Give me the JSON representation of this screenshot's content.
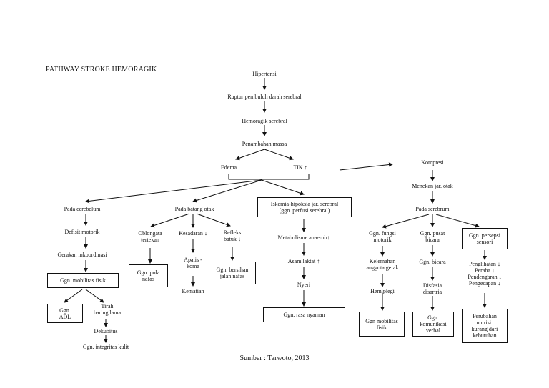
{
  "title": "PATHWAY STROKE HEMORAGIK",
  "source": "Sumber : Tarwoto, 2013",
  "nodes": {
    "hipertensi": "Hipertensi",
    "ruptur": "Ruptur pembuluh darah serebral",
    "hemoragik": "Hemoragik serebral",
    "penambahan": "Penambahan massa",
    "edema": "Edema",
    "tik": "TIK ↑",
    "kompresi": "Kompresi",
    "menekan": "Menekan jar. otak",
    "pada_serebrum": "Pada serebrum",
    "pada_cerebelum": "Pada cerebelum",
    "defisit": "Defisit motorik",
    "gerakan": "Gerakan inkoordinasi",
    "ggn_mobilitas_1": "Ggn. mobilitas fisik",
    "ggn_adl": "Ggn.\nADL",
    "tirah": "Tirah\nbaring lama",
    "dekubitus": "Dekubitus",
    "ggn_integritas": "Ggn. integritas kulit",
    "pada_batang": "Pada batang otak",
    "oblongata": "Oblongata\ntertekan",
    "ggn_pola": "Ggn. pola\nnafas",
    "kesadaran": "Kesadaran ↓",
    "apatis": "Apatis -\nkoma",
    "kematian": "Kematian",
    "refleks": "Refleks\nbatuk ↓",
    "ggn_bersihan": "Ggn. bersihan\njalan nafas",
    "iskemia": "Iskemia-hipoksia jar. serebral\n(ggn. perfusi serebral)",
    "metabolisme": "Metabolisme anaerob↑",
    "asam": "Asam laktat ↑",
    "nyeri": "Nyeri",
    "ggn_rasa": "Ggn. rasa nyaman",
    "ggn_fungsi": "Ggn. fungsi\nmotorik",
    "kelemahan": "Kelemahan\nanggota gerak",
    "hemiplegi": "Hemiplegi",
    "ggn_mobilitas_2": "Ggn mobilitas\nfisik",
    "ggn_pusat": "Ggn. pusat\nbicara",
    "ggn_bicara": "Ggn. bicara",
    "disfasia": "Disfasia\ndisartria",
    "ggn_komunikasi": "Ggn.\nkomunikasi\nverbal",
    "ggn_persepsi": "Ggn. persepsi\nsensori",
    "penglihatan": "Penglihatan ↓\nPeraba ↓\nPendengaran ↓\nPengecapan ↓",
    "perubahan": "Perubahan\nnutrisi:\nkurang dari\nkebutuhan"
  }
}
